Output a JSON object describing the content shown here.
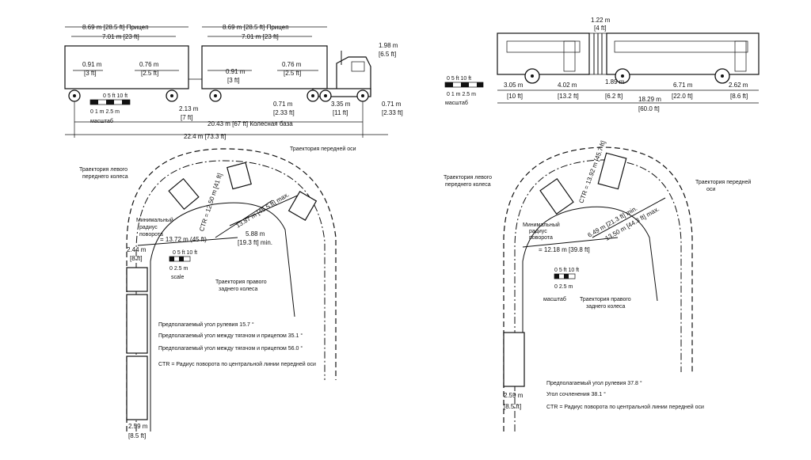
{
  "truck": {
    "dim_top_trailer1": "8.69 m [28.5 ft] Прицеп",
    "dim_top_trailer2": "8.69 m [28.5 ft] Прицеп",
    "dim_701_a": "7.01 m [23 ft]",
    "dim_701_b": "7.01 m [23 ft]",
    "dim_198": "1.98 m",
    "dim_198_ft": "[6.5 ft]",
    "dim_091_a": "0.91 m",
    "dim_091_a_ft": "[3 ft]",
    "dim_076_a": "0.76 m",
    "dim_076_a_ft": "[2.5 ft]",
    "dim_091_b": "0.91 m",
    "dim_091_b_ft": "[3 ft]",
    "dim_076_b": "0.76 m",
    "dim_076_b_ft": "[2.5 ft]",
    "dim_213": "2.13 m",
    "dim_213_ft": "[7 ft]",
    "dim_071_a": "0.71 m",
    "dim_071_a_ft": "[2.33 ft]",
    "dim_335": "3.35 m",
    "dim_335_ft": "[11 ft]",
    "dim_071_b": "0.71 m",
    "dim_071_b_ft": "[2.33 ft]",
    "dim_wheelbase": "20.43 m [67 ft] Колесная база",
    "dim_total": "22.4 m [73.3 ft]",
    "scale_ft": "0    5 ft   10 ft",
    "scale_m": "0    1 m    2.5 m",
    "scale_label": "масштаб"
  },
  "truck_turn": {
    "front_wheel_path": "Траектория левого переднего колеса",
    "rear_path": "Траектория передней оси",
    "ctr": "CTR = 12.50 m [41 ft]",
    "radius_1387": "13.87 m [45.5 ft] max.",
    "min_radius": "Минимальный радиус поворота",
    "radius_1372": "= 13.72 m (45 ft)",
    "radius_588": "5.88 m",
    "radius_588_ft": "[19.3 ft] min.",
    "dim_244": "2.44 m",
    "dim_244_ft": "[8 ft]",
    "scale_ft": "0  5 ft  10 ft",
    "scale_m": "0     2.5 m",
    "scale_label": "scale",
    "right_path": "Траектория правого заднего колеса",
    "dim_259": "2.59 m",
    "dim_259_ft": "[8.5 ft]",
    "legend": [
      "Предполагаемый угол рулевия 15.7 °",
      "Предполагаемый угол между тягачом и прицепом 35.1 °",
      "Предполагаемый угол между тягачом и прицепом 56.0 °",
      "CTR = Радиус поворота по центральной линии передней оси"
    ]
  },
  "bus": {
    "dim_122": "1.22 m",
    "dim_122_ft": "[4 ft]",
    "dim_305": "3.05 m",
    "dim_305_ft": "[10 ft]",
    "dim_402": "4.02 m",
    "dim_402_ft": "[13.2 ft]",
    "dim_189": "1.89 m",
    "dim_189_ft": "[6.2 ft]",
    "dim_671": "6.71 m",
    "dim_671_ft": "[22.0 ft]",
    "dim_262": "2.62 m",
    "dim_262_ft": "[8.6 ft]",
    "dim_1829": "18.29 m",
    "dim_1829_ft": "[60.0 ft]",
    "scale_ft": "0    5 ft    10 ft",
    "scale_m": "0    1 m    2.5 m",
    "scale_label": "масштаб"
  },
  "bus_turn": {
    "front_wheel_path": "Траектория левого переднего колеса",
    "rear_path": "Траектория передней оси",
    "ctr": "CTR = 13.92 m [45.7 ft]",
    "radius_649": "6.49 m [21.3 ft] min.",
    "radius_1350": "13.50 m [44.3 ft] max.",
    "min_radius": "Минимальный радиус поворота",
    "radius_1218": "= 12.18 m [39.8 ft]",
    "scale_ft": "0  5 ft  10 ft",
    "scale_m": "0   2.5 m",
    "scale_label": "масштаб",
    "right_path": "Траектория правого заднего колеса",
    "dim_259": "2.59 m",
    "dim_259_ft": "[8.5 ft]",
    "legend": [
      "Предполагаемый угол рулевия 37.8 °",
      "Угол сочленения 38.1 °",
      "CTR = Радиус поворота по центральной линии передней оси"
    ]
  }
}
